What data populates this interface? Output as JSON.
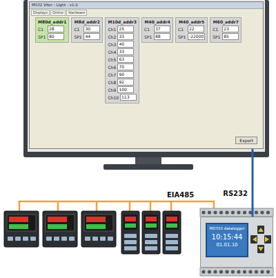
{
  "diagram": {
    "nodes": [
      {
        "text": [
          "MS32 Viter - Light - v1.0",
          "Displays",
          "Online",
          "Hardware"
        ]
      },
      {
        "text": [
          "M80d_addr1",
          "C1",
          "28",
          "SP1",
          "80"
        ],
        "in": 0
      },
      {
        "text": [
          "M8d_addr2",
          "C1",
          "30",
          "SP1",
          "44"
        ],
        "in": 0
      },
      {
        "text": [
          "M10d_addr3",
          "Ch1",
          "25",
          "Ch2",
          "33",
          "Ch3",
          "40",
          "Ch4",
          "33",
          "Ch5",
          "63",
          "Ch6",
          "70",
          "Ch7",
          "90",
          "Ch8",
          "92",
          "Ch9",
          "100",
          "Ch10",
          "113"
        ],
        "in": 0
      },
      {
        "text": [
          "M40_addr4",
          "C1",
          "37",
          "SP1",
          "88"
        ],
        "in": 0
      },
      {
        "text": [
          "M40_addr5",
          "C1",
          "22",
          "SP1",
          "-22000"
        ],
        "in": 0
      },
      {
        "text": [
          "M60_addr7",
          "C1",
          "23",
          "SP1",
          "85"
        ],
        "in": 0
      },
      {
        "text": [
          "Export"
        ],
        "in": 0
      },
      {
        "text": [
          "MD31S datalogger",
          "10:15:44",
          "01.01.10"
        ]
      }
    ],
    "edges": [
      {
        "from": 0,
        "to": 8,
        "label": "RS232",
        "arrow": "none"
      }
    ],
    "labels": [
      "EIA485"
    ]
  }
}
